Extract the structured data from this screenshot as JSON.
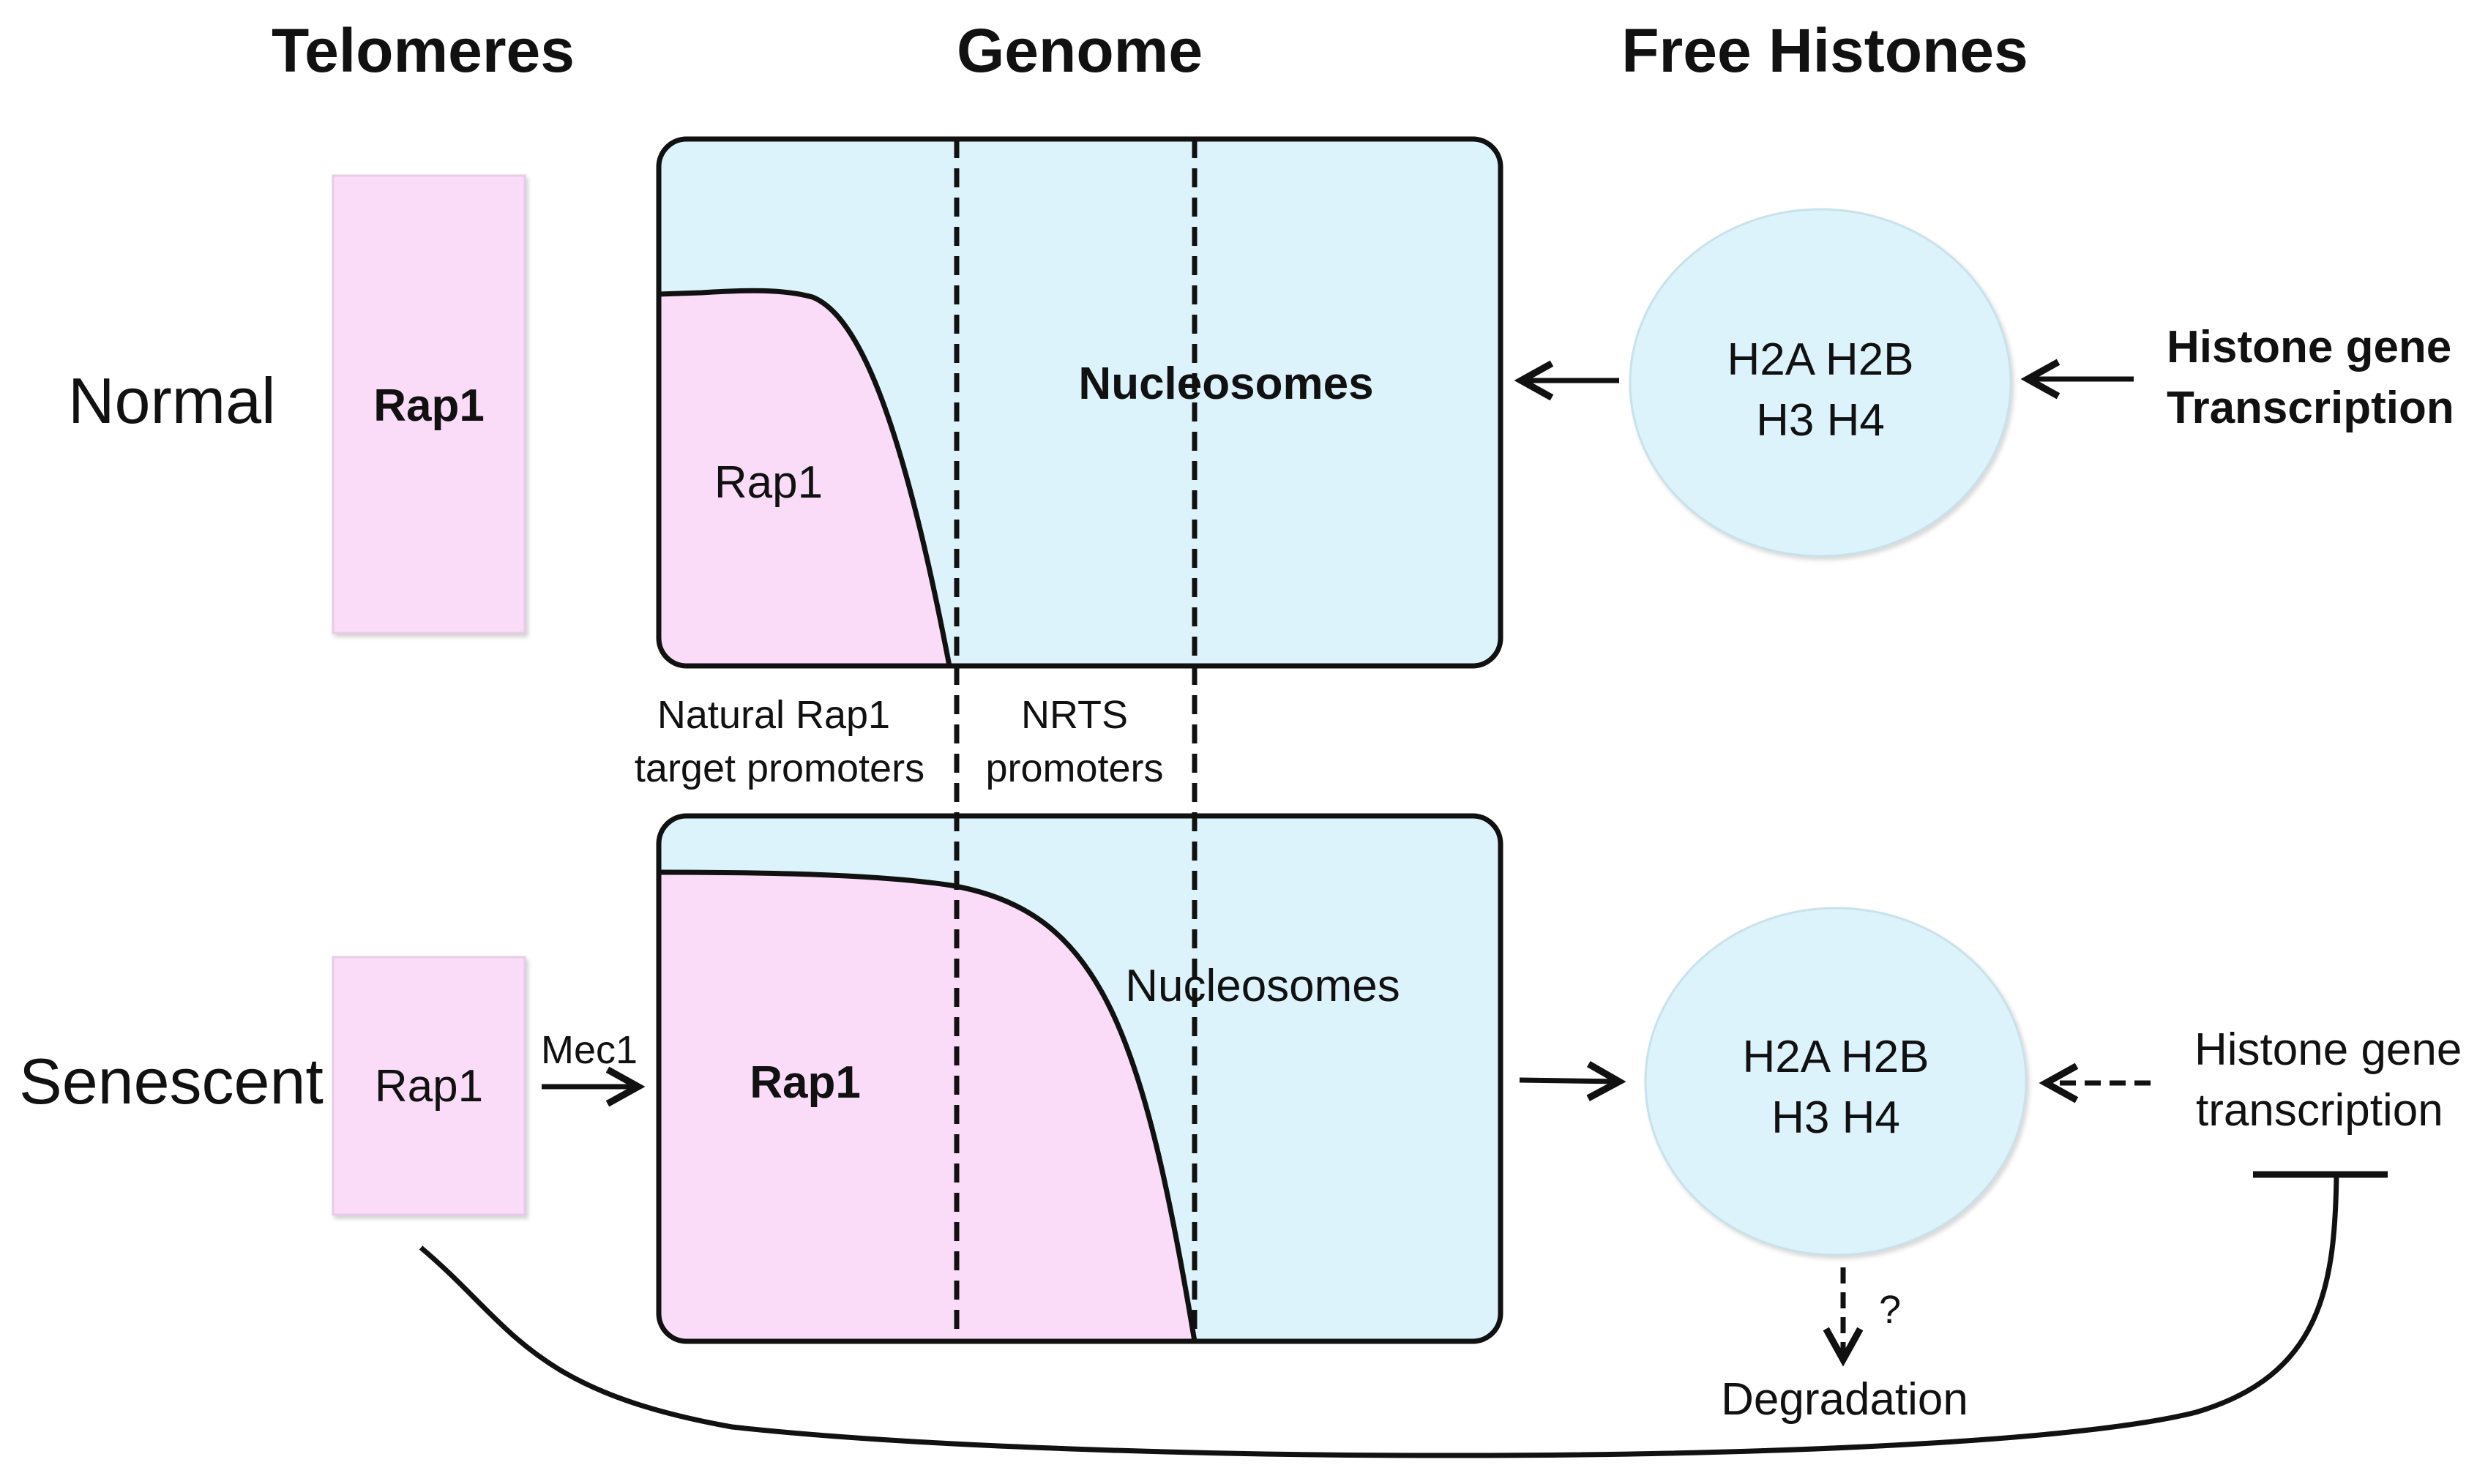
{
  "headers": {
    "telomeres": "Telomeres",
    "genome": "Genome",
    "free_histones": "Free Histones"
  },
  "rows": {
    "normal": "Normal",
    "senescent": "Senescent"
  },
  "normal": {
    "telomere_label": "Rap1",
    "genome_rap1_label": "Rap1",
    "genome_nucleosomes_label": "Nucleosomes",
    "histones_line1": "H2A H2B",
    "histones_line2": "H3 H4",
    "transcription_line1": "Histone gene",
    "transcription_line2": "Transcription"
  },
  "senescent": {
    "telomere_label": "Rap1",
    "mec1_label": "Mec1",
    "genome_rap1_label": "Rap1",
    "genome_nucleosomes_label": "Nucleosomes",
    "histones_line1": "H2A H2B",
    "histones_line2": "H3 H4",
    "transcription_line1": "Histone gene",
    "transcription_line2": "transcription",
    "question_mark": "?",
    "degradation_label": "Degradation"
  },
  "regions": {
    "natural_line1": "Natural Rap1",
    "natural_line2": "target promoters",
    "nrts_line1": "NRTS",
    "nrts_line2": "promoters"
  },
  "colors": {
    "pink": "#fadcf8",
    "light_blue": "#dcf3fb",
    "stroke": "#111111"
  }
}
